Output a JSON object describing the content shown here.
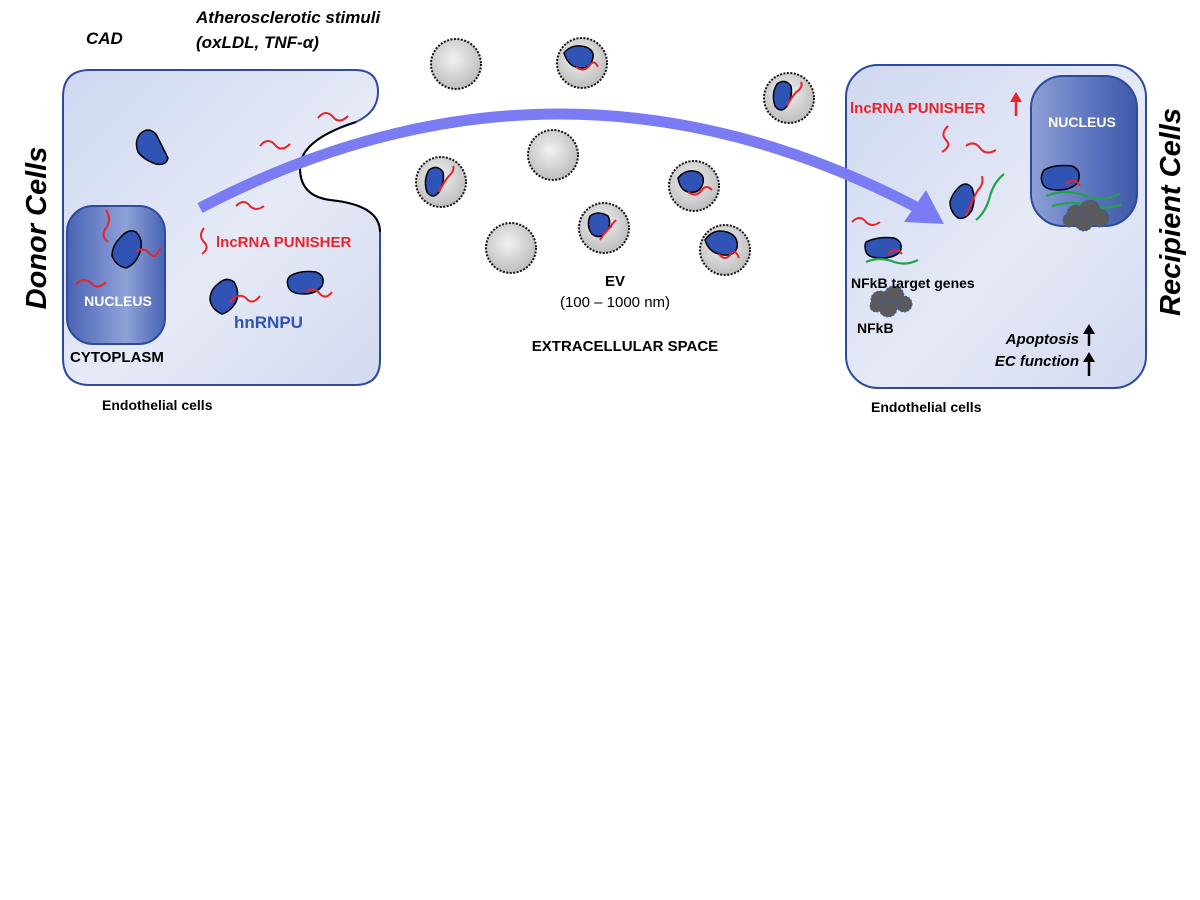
{
  "header": {
    "cad": "CAD",
    "stimuli_line1": "Atherosclerotic stimuli",
    "stimuli_line2": "(oxLDL, TNF-α)"
  },
  "side_labels": {
    "donor": "Donor Cells",
    "recipient": "Recipient Cells"
  },
  "donor_cell": {
    "nucleus": "NUCLEUS",
    "cytoplasm": "CYTOPLASM",
    "lncrna": "lncRNA PUNISHER",
    "protein": "hnRNPU",
    "caption": "Endothelial cells"
  },
  "extracellular": {
    "ev": "EV",
    "ev_size": "(100 – 1000 nm)",
    "space": "EXTRACELLULAR SPACE"
  },
  "recipient_cell": {
    "lncrna": "lncRNA PUNISHER",
    "nucleus": "NUCLEUS",
    "target_genes": "NFkB target genes",
    "nfkb": "NFkB",
    "apoptosis": "Apoptosis",
    "ec_function": "EC function",
    "caption": "Endothelial cells"
  },
  "colors": {
    "cell_fill": "#dde3f3",
    "cell_border": "#2e4a9e",
    "protein": "#2f54b5",
    "rna": "#e8242a",
    "dna": "#22a34a",
    "arrow": "#7b7cf4",
    "lncrna_text": "#e8242a",
    "protein_text": "#2f54b5",
    "nfkb": "#5a5a5a"
  }
}
